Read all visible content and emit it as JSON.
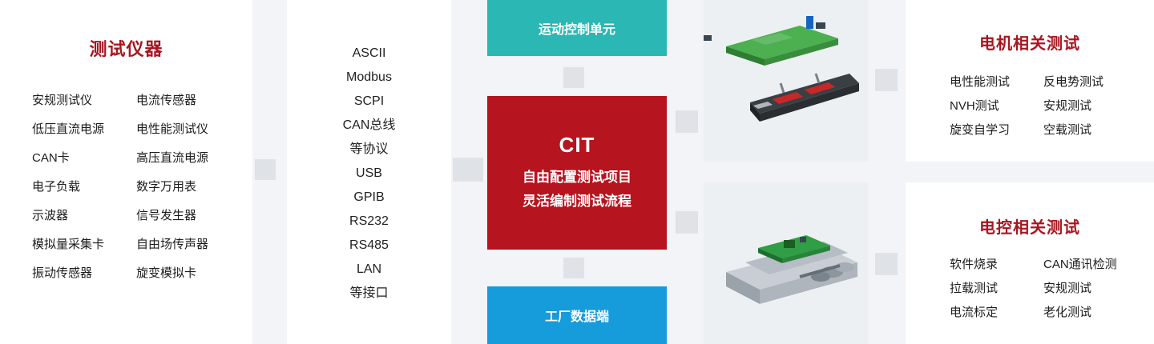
{
  "instruments": {
    "title": "测试仪器",
    "col1": [
      "安规测试仪",
      "低压直流电源",
      "CAN卡",
      "电子负载",
      "示波器",
      "模拟量采集卡",
      "振动传感器"
    ],
    "col2": [
      "电流传感器",
      "电性能测试仪",
      "高压直流电源",
      "数字万用表",
      "信号发生器",
      "自由场传声器",
      "旋变模拟卡"
    ]
  },
  "protocols": [
    "ASCII",
    "Modbus",
    "SCPI",
    "CAN总线",
    "等协议",
    "USB",
    "GPIB",
    "RS232",
    "RS485",
    "LAN",
    "等接口"
  ],
  "flow": {
    "motion_control": "运动控制单元",
    "cit": {
      "title": "CIT",
      "line1": "自由配置测试项目",
      "line2": "灵活编制测试流程"
    },
    "factory_data": "工厂数据端"
  },
  "motor_tests": {
    "title": "电机相关测试",
    "col1": [
      "电性能测试",
      "NVH测试",
      "旋变自学习"
    ],
    "col2": [
      "反电势测试",
      "安规测试",
      "空载测试"
    ]
  },
  "controller_tests": {
    "title": "电控相关测试",
    "col1": [
      "软件烧录",
      "拉载测试",
      "电流标定"
    ],
    "col2": [
      "CAN通讯检测",
      "安规测试",
      "老化测试"
    ]
  },
  "illustrations": {
    "top": "motor-test-rig",
    "bottom": "controller-test-platform"
  },
  "colors": {
    "title_red": "#a8161f",
    "motion_teal": "#2bb7b3",
    "cit_red": "#b6141e",
    "factory_blue": "#169bdb",
    "connector_gray": "#dfe3e8"
  }
}
